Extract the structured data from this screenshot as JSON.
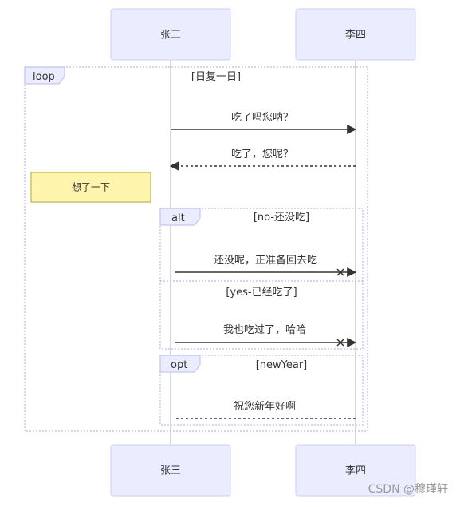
{
  "actors": {
    "a": "张三",
    "b": "李四"
  },
  "loop": {
    "tag": "loop",
    "condition": "[日复一日]"
  },
  "messages": {
    "m1": "吃了吗您呐？",
    "m2": "吃了，您呢？",
    "m3": "还没呢，正准备回去吃",
    "m4": "我也吃过了，哈哈",
    "m5": "祝您新年好啊"
  },
  "note": "想了一下",
  "alt": {
    "tag": "alt",
    "condition": "[no-还没吃]",
    "else_condition": "[yes-已经吃了]"
  },
  "opt": {
    "tag": "opt",
    "condition": "[newYear]"
  },
  "watermark": "CSDN @穆瑾轩",
  "colors": {
    "actor_fill": "#ECECFF",
    "actor_border": "#CCCCFF",
    "note_fill": "#FFF5AD",
    "note_border": "#AAAA33",
    "line": "#333333"
  }
}
